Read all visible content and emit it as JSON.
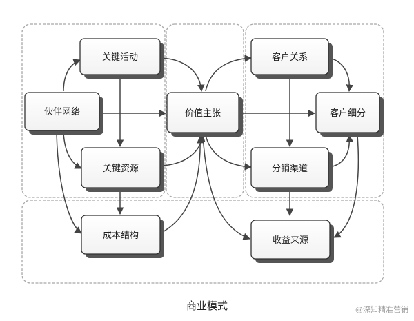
{
  "diagram": {
    "nodes": {
      "key_activities": "关键活动",
      "key_partners": "伙伴网络",
      "key_resources": "关键资源",
      "cost_structure": "成本结构",
      "value_proposition": "价值主张",
      "customer_relationships": "客户关系",
      "customer_segments": "客户细分",
      "channels": "分销渠道",
      "revenue_streams": "收益来源"
    }
  },
  "caption": "商业模式",
  "watermark": "@深知精准营销",
  "colors": {
    "frame_line": "#a8a8a8",
    "node_border": "#333333",
    "node_shadow": "#555555",
    "arrow": "#444444"
  }
}
